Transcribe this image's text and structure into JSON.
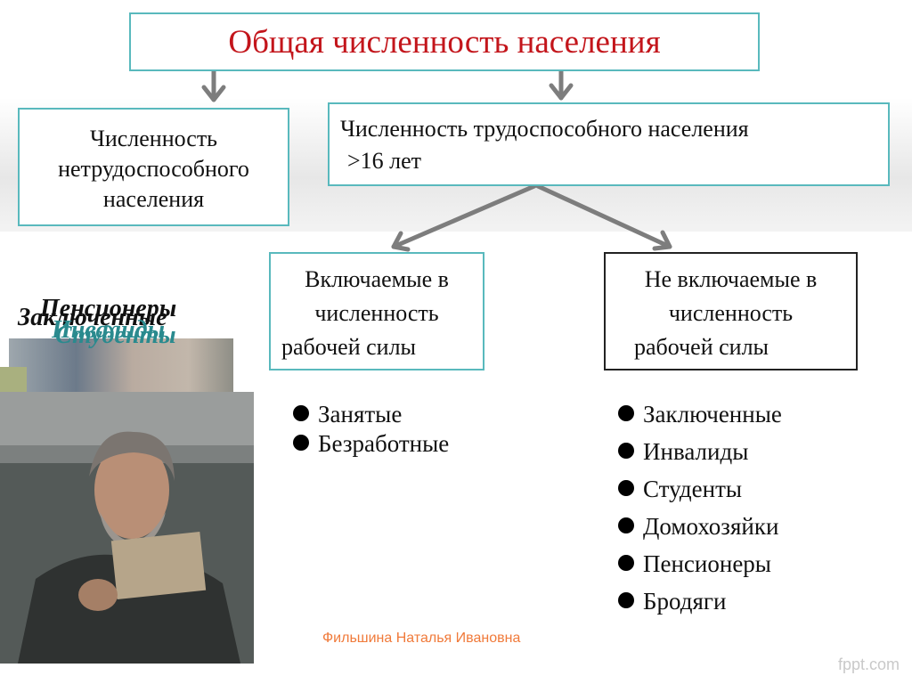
{
  "title": "Общая численность населения",
  "nonworking_box": {
    "lines": [
      "Численность",
      "нетрудоспособного",
      "населения"
    ]
  },
  "working_box": {
    "line1": "Численность трудоспособного населения",
    "line2": ">16 лет"
  },
  "included_box": {
    "lines": [
      "Включаемые в",
      "численность",
      "рабочей силы"
    ]
  },
  "excluded_box": {
    "lines": [
      "Не включаемые в",
      "численность",
      "рабочей силы"
    ]
  },
  "included_list": [
    "Занятые",
    "Безработные"
  ],
  "excluded_list": [
    "Заключенные",
    "Инвалиды",
    "Студенты",
    "Домохозяйки",
    "Пенсионеры",
    "Бродяги"
  ],
  "overlapping_labels": [
    "Пенсионеры",
    "Заключенные",
    "Инвалиды",
    "Студенты"
  ],
  "author": "Фильшина Наталья Ивановна",
  "brand": "fppt.com",
  "colors": {
    "title": "#c3151b",
    "teal_border": "#59b9bd",
    "arrow": "#7d7d7d",
    "author": "#f07a3a"
  }
}
